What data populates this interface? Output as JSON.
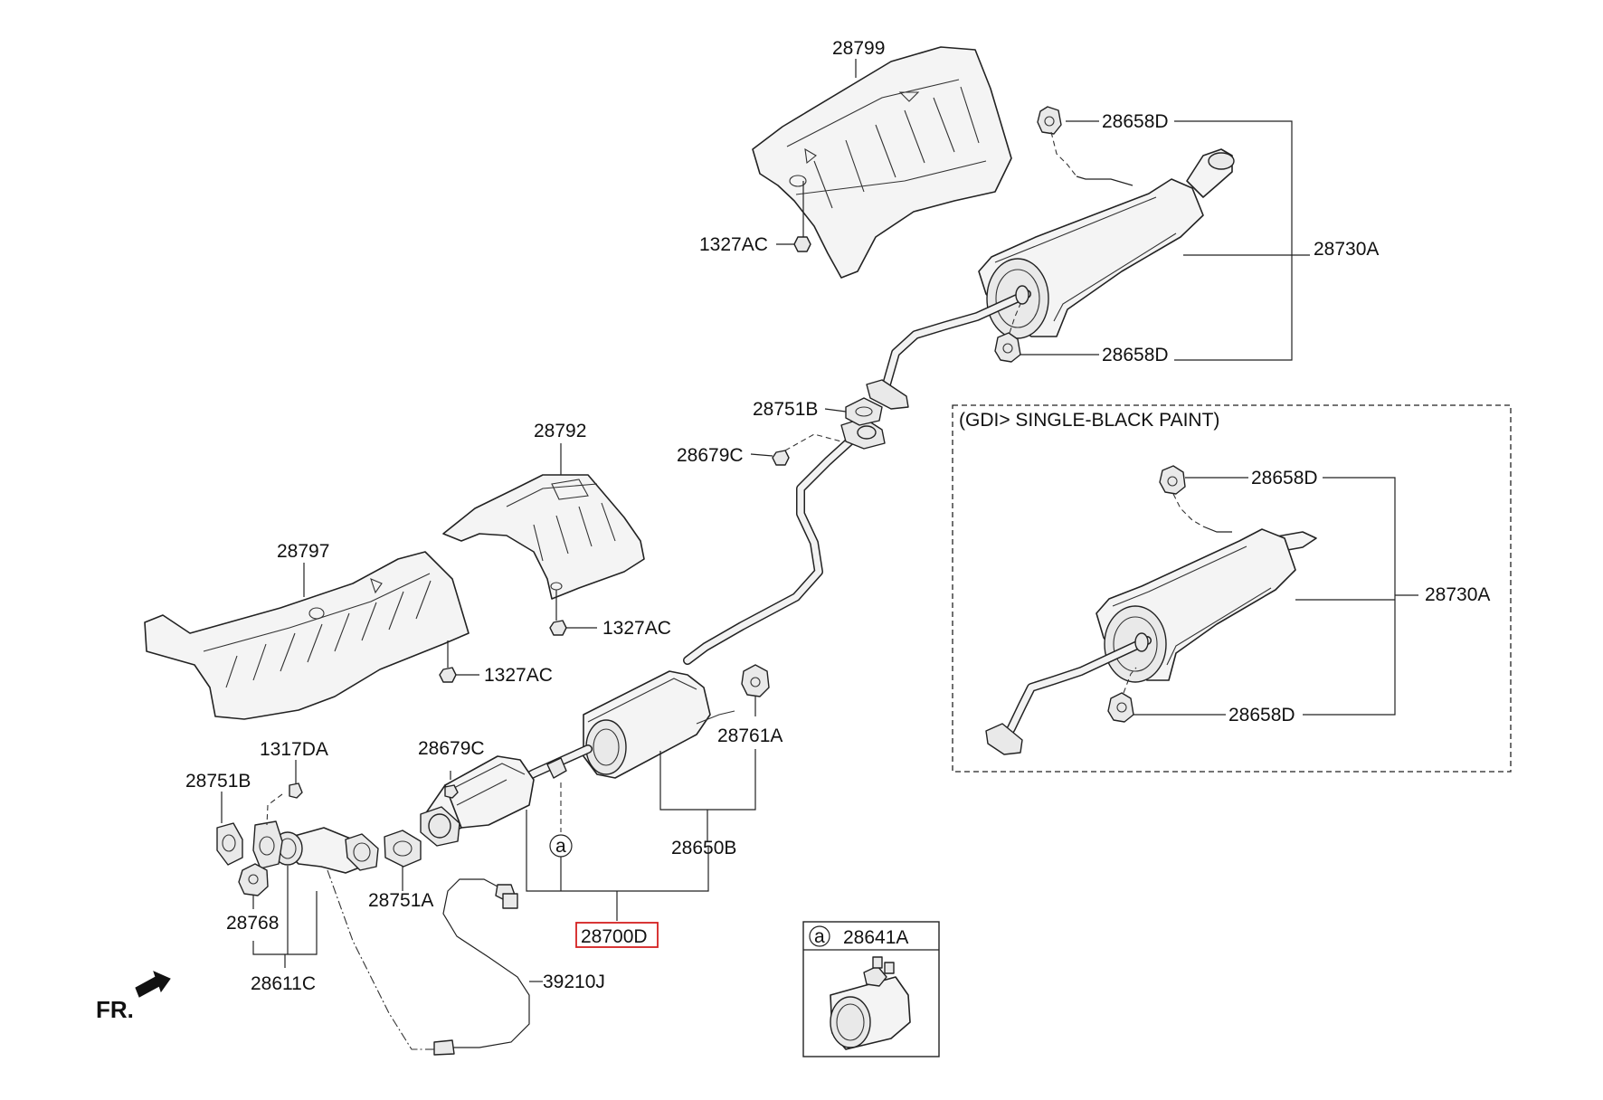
{
  "labels": {
    "p28799": "28799",
    "p1327ac_top": "1327AC",
    "p28658d_top": "28658D",
    "p28730a": "28730A",
    "p28658d_mid": "28658D",
    "p28751b_upper": "28751B",
    "p28679c_upper": "28679C",
    "p28792": "28792",
    "p28797": "28797",
    "p1327ac_mid": "1327AC",
    "p1327ac_low": "1327AC",
    "p1317da": "1317DA",
    "p28751b_lower": "28751B",
    "p28679c_lower": "28679C",
    "p28761a": "28761A",
    "p28650b": "28650B",
    "p28751a": "28751A",
    "p28768": "28768",
    "p28700d": "28700D",
    "p28611c": "28611C",
    "p39210j": "39210J",
    "p28641a": "28641A",
    "callout_a": "a",
    "callout_a_box": "a",
    "front_marker": "FR.",
    "gdi_title": "(GDI> SINGLE-BLACK PAINT)",
    "gdi_28658d_top": "28658D",
    "gdi_28730a": "28730A",
    "gdi_28658d_bottom": "28658D"
  },
  "colors": {
    "line": "#222222",
    "highlight": "#d42020",
    "background": "#ffffff"
  }
}
